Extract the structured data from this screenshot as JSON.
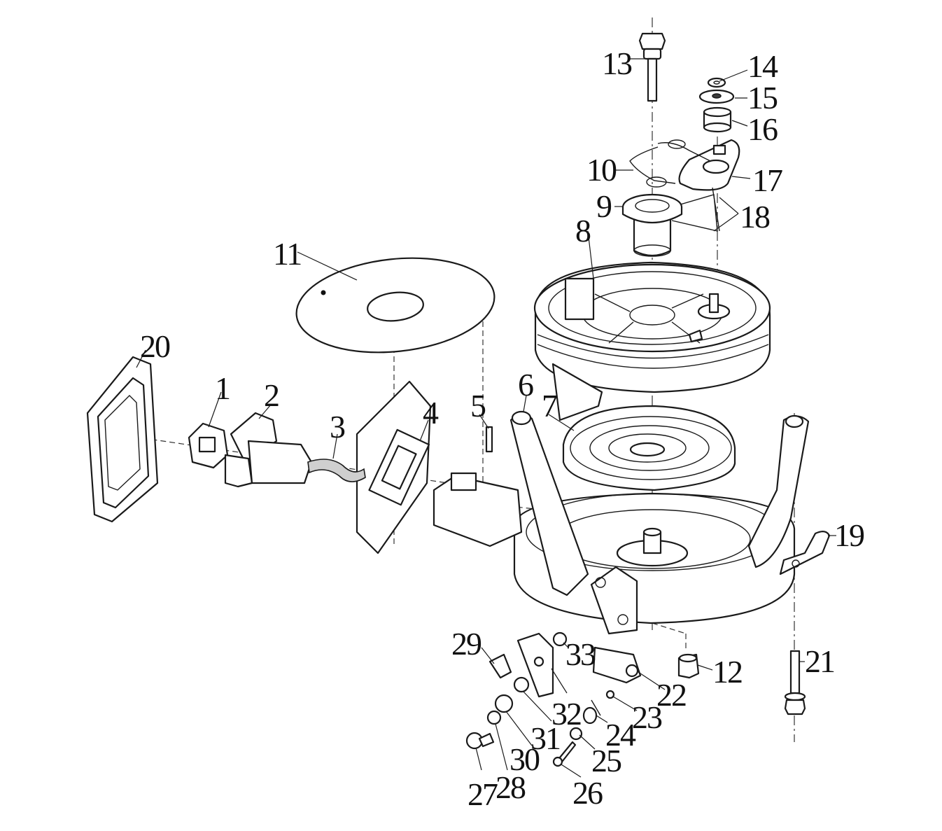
{
  "diagram": {
    "callouts": [
      {
        "id": "1",
        "label": "1"
      },
      {
        "id": "2",
        "label": "2"
      },
      {
        "id": "3",
        "label": "3"
      },
      {
        "id": "4",
        "label": "4"
      },
      {
        "id": "5",
        "label": "5"
      },
      {
        "id": "6",
        "label": "6"
      },
      {
        "id": "7",
        "label": "7"
      },
      {
        "id": "8",
        "label": "8"
      },
      {
        "id": "9",
        "label": "9"
      },
      {
        "id": "10",
        "label": "10"
      },
      {
        "id": "11",
        "label": "11"
      },
      {
        "id": "12",
        "label": "12"
      },
      {
        "id": "13",
        "label": "13"
      },
      {
        "id": "14",
        "label": "14"
      },
      {
        "id": "15",
        "label": "15"
      },
      {
        "id": "16",
        "label": "16"
      },
      {
        "id": "17",
        "label": "17"
      },
      {
        "id": "18",
        "label": "18"
      },
      {
        "id": "19",
        "label": "19"
      },
      {
        "id": "20",
        "label": "20"
      },
      {
        "id": "21",
        "label": "21"
      },
      {
        "id": "22",
        "label": "22"
      },
      {
        "id": "23",
        "label": "23"
      },
      {
        "id": "24",
        "label": "24"
      },
      {
        "id": "25",
        "label": "25"
      },
      {
        "id": "26",
        "label": "26"
      },
      {
        "id": "27",
        "label": "27"
      },
      {
        "id": "28",
        "label": "28"
      },
      {
        "id": "29",
        "label": "29"
      },
      {
        "id": "30",
        "label": "30"
      },
      {
        "id": "31",
        "label": "31"
      },
      {
        "id": "32",
        "label": "32"
      },
      {
        "id": "33",
        "label": "33"
      }
    ]
  }
}
